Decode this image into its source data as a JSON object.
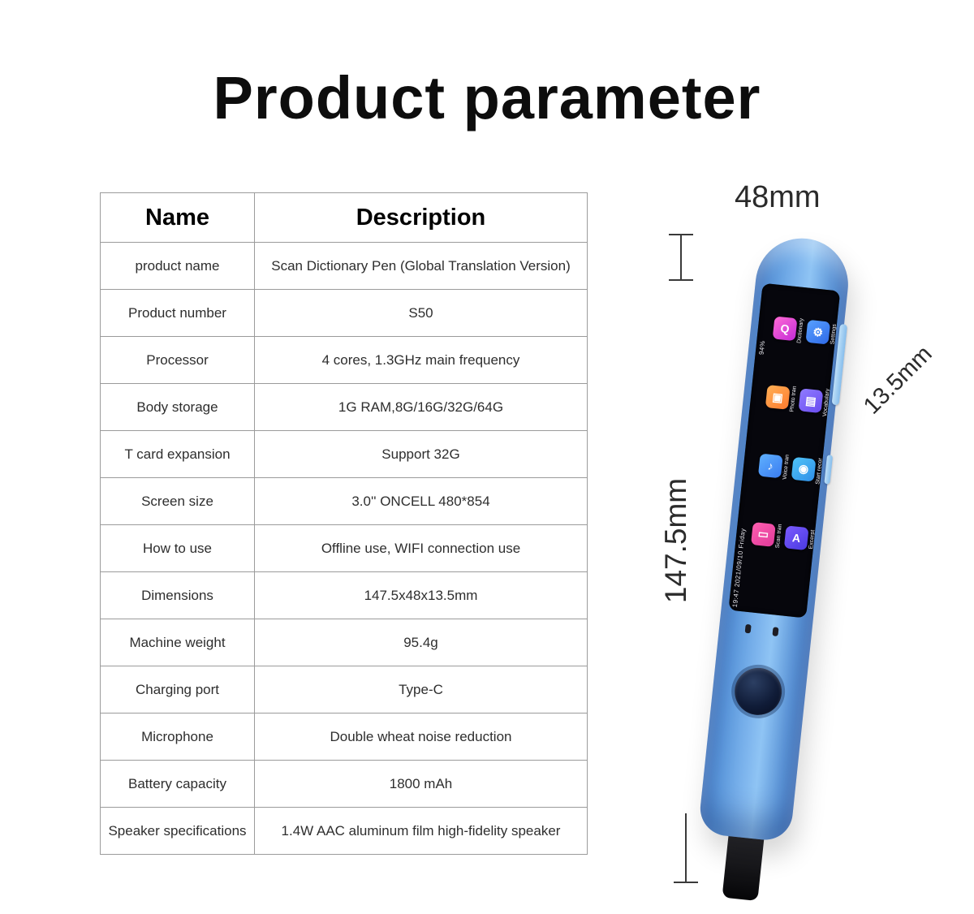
{
  "title": "Product parameter",
  "table": {
    "headers": [
      "Name",
      "Description"
    ],
    "rows": [
      {
        "name": "product name",
        "desc": "Scan Dictionary Pen (Global Translation Version)"
      },
      {
        "name": "Product number",
        "desc": "S50"
      },
      {
        "name": "Processor",
        "desc": "4 cores, 1.3GHz main frequency"
      },
      {
        "name": "Body storage",
        "desc": "1G RAM,8G/16G/32G/64G"
      },
      {
        "name": "T card expansion",
        "desc": "Support 32G"
      },
      {
        "name": "Screen size",
        "desc": "3.0''  ONCELL 480*854"
      },
      {
        "name": "How to use",
        "desc": "Offline use, WIFI connection use"
      },
      {
        "name": "Dimensions",
        "desc": "147.5x48x13.5mm"
      },
      {
        "name": "Machine weight",
        "desc": "95.4g"
      },
      {
        "name": "Charging port",
        "desc": "Type-C"
      },
      {
        "name": "Microphone",
        "desc": "Double wheat noise reduction"
      },
      {
        "name": "Battery capacity",
        "desc": "1800 mAh"
      },
      {
        "name": "Speaker specifications",
        "desc": "1.4W AAC aluminum film high-fidelity speaker"
      }
    ]
  },
  "dimensions": {
    "width": "48mm",
    "thickness": "13.5mm",
    "length": "147.5mm"
  },
  "pen_screen": {
    "battery": "94%",
    "datetime": "19:47 2021/09/10 Friday",
    "apps": [
      {
        "label": "Dictionary",
        "glyph": "Q",
        "c1": "#ff6ad5",
        "c2": "#c42bd6"
      },
      {
        "label": "Settings",
        "glyph": "⚙",
        "c1": "#58a0ff",
        "c2": "#2f6ae8"
      },
      {
        "label": "Photo tran",
        "glyph": "▣",
        "c1": "#ffb056",
        "c2": "#ff7a2e"
      },
      {
        "label": "Vocabulary",
        "glyph": "▤",
        "c1": "#8f7bff",
        "c2": "#6a4df0"
      },
      {
        "label": "Voice tran",
        "glyph": "♪",
        "c1": "#5fb0ff",
        "c2": "#3a7cf0"
      },
      {
        "label": "Start recor",
        "glyph": "◉",
        "c1": "#4fc3f7",
        "c2": "#2f8fe8"
      },
      {
        "label": "Scan tran",
        "glyph": "▭",
        "c1": "#ff5fb0",
        "c2": "#e03a9a"
      },
      {
        "label": "Excerpt",
        "glyph": "A",
        "c1": "#7b5bff",
        "c2": "#4a3ae0"
      }
    ]
  }
}
